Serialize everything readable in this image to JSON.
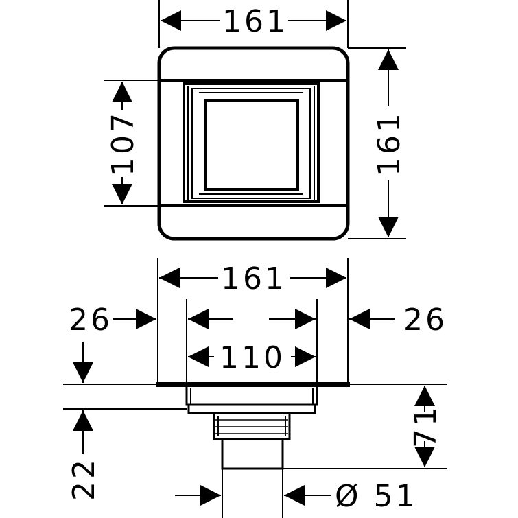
{
  "top_view": {
    "width_label": "161",
    "height_label": "161",
    "inner_height_label": "107"
  },
  "side_view": {
    "width_label": "161",
    "left_offset_label": "26",
    "right_offset_label": "26",
    "inner_width_label": "110",
    "height_label": "71",
    "depth_label": "22",
    "diameter_label": "Ø 51"
  }
}
